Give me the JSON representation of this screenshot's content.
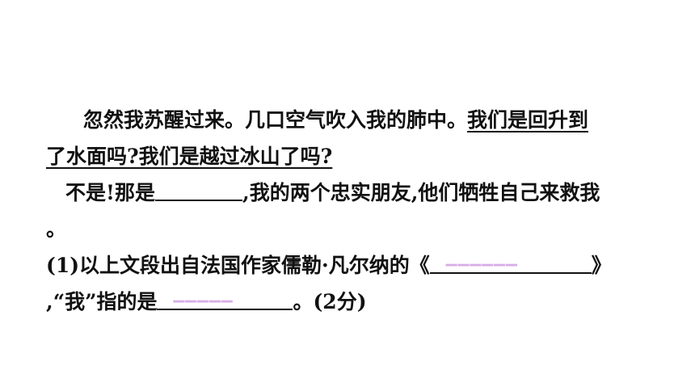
{
  "passage": {
    "line1_plain": "忽然我苏醒过来。几口空气吹入我的肺中。",
    "line1_underlined": "我们是回升到",
    "line2_underlined": "了水面吗?我们是越过冰山了吗?",
    "line3_before": "不是!那是",
    "line3_after": ",我的两个忠实朋友,他们牺牲自己来救我",
    "line4": "。"
  },
  "question": {
    "line5_before": "(1)以上文段出自法国作家儒勒·凡尔纳的《",
    "line5_after": "》",
    "line6_before": ",“我”指的是",
    "line6_after": "。(2分)"
  }
}
